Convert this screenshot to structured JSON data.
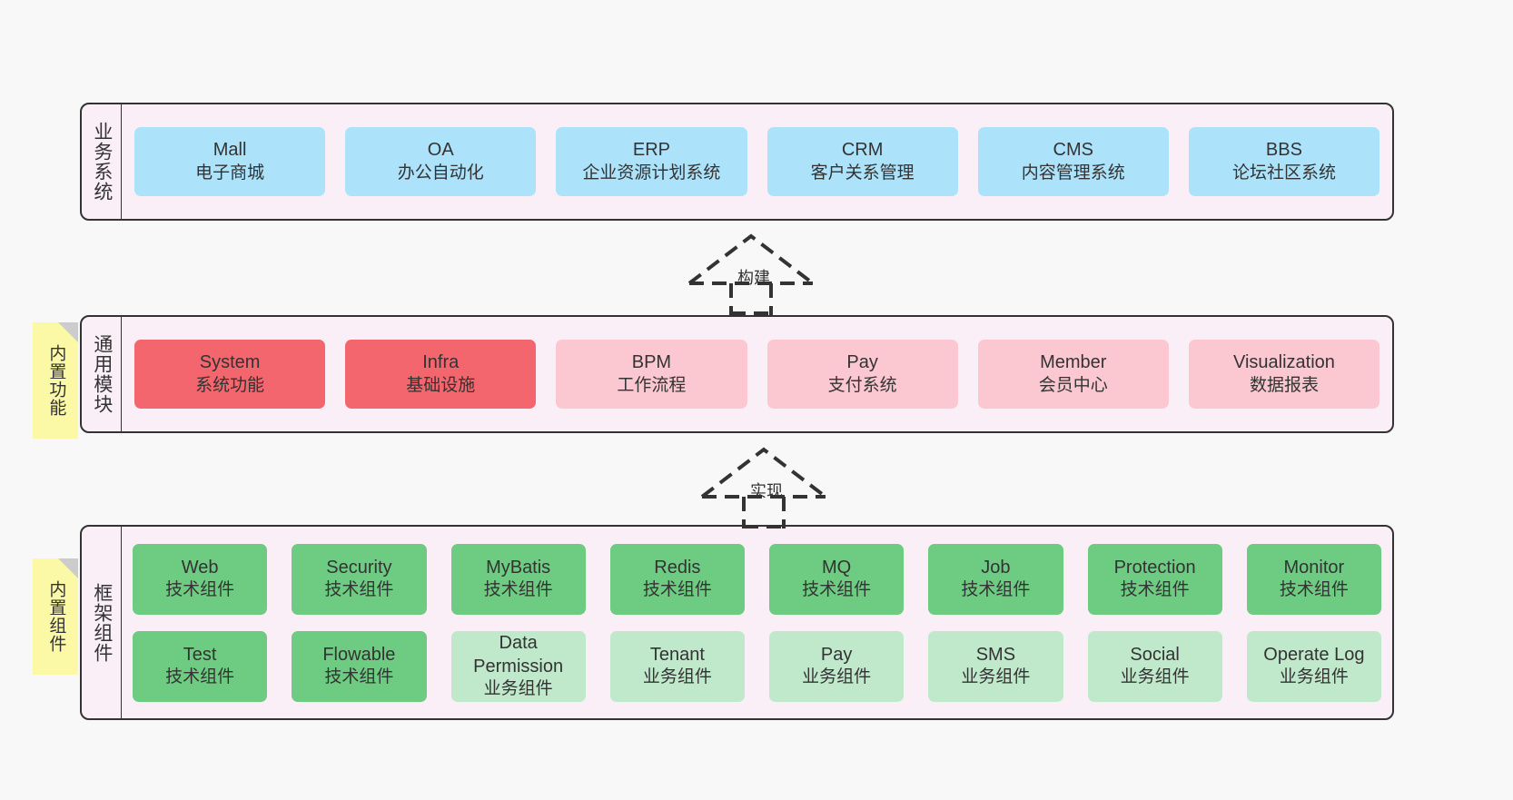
{
  "diagram": {
    "title_text_direction": "vertical",
    "background_color": "#f8f8f8",
    "layer_bg_color": "#faeef7",
    "note_color": "#fbf8a6"
  },
  "layers": [
    {
      "id": "business-systems",
      "label": "业务系统",
      "note": null,
      "rows": [
        {
          "cards": [
            {
              "name": "Mall",
              "sub": "电子商城",
              "color": "#ace3fb",
              "style": "blue"
            },
            {
              "name": "OA",
              "sub": "办公自动化",
              "color": "#ace3fb",
              "style": "blue"
            },
            {
              "name": "ERP",
              "sub": "企业资源计划系统",
              "color": "#ace3fb",
              "style": "blue"
            },
            {
              "name": "CRM",
              "sub": "客户关系管理",
              "color": "#ace3fb",
              "style": "blue"
            },
            {
              "name": "CMS",
              "sub": "内容管理系统",
              "color": "#ace3fb",
              "style": "blue"
            },
            {
              "name": "BBS",
              "sub": "论坛社区系统",
              "color": "#ace3fb",
              "style": "blue"
            }
          ]
        }
      ]
    },
    {
      "id": "common-modules",
      "label": "通用模块",
      "note": "内置功能",
      "rows": [
        {
          "cards": [
            {
              "name": "System",
              "sub": "系统功能",
              "color": "#f4666e",
              "style": "red"
            },
            {
              "name": "Infra",
              "sub": "基础设施",
              "color": "#f4666e",
              "style": "red"
            },
            {
              "name": "BPM",
              "sub": "工作流程",
              "color": "#fbc8d1",
              "style": "pink"
            },
            {
              "name": "Pay",
              "sub": "支付系统",
              "color": "#fbc8d1",
              "style": "pink"
            },
            {
              "name": "Member",
              "sub": "会员中心",
              "color": "#fbc8d1",
              "style": "pink"
            },
            {
              "name": "Visualization",
              "sub": "数据报表",
              "color": "#fbc8d1",
              "style": "pink"
            }
          ]
        }
      ]
    },
    {
      "id": "framework-components",
      "label": "框架组件",
      "note": "内置组件",
      "rows": [
        {
          "cards": [
            {
              "name": "Web",
              "sub": "技术组件",
              "color": "#6ecb82",
              "style": "green"
            },
            {
              "name": "Security",
              "sub": "技术组件",
              "color": "#6ecb82",
              "style": "green"
            },
            {
              "name": "MyBatis",
              "sub": "技术组件",
              "color": "#6ecb82",
              "style": "green"
            },
            {
              "name": "Redis",
              "sub": "技术组件",
              "color": "#6ecb82",
              "style": "green"
            },
            {
              "name": "MQ",
              "sub": "技术组件",
              "color": "#6ecb82",
              "style": "green"
            },
            {
              "name": "Job",
              "sub": "技术组件",
              "color": "#6ecb82",
              "style": "green"
            },
            {
              "name": "Protection",
              "sub": "技术组件",
              "color": "#6ecb82",
              "style": "green"
            },
            {
              "name": "Monitor",
              "sub": "技术组件",
              "color": "#6ecb82",
              "style": "green"
            }
          ]
        },
        {
          "cards": [
            {
              "name": "Test",
              "sub": "技术组件",
              "color": "#6ecb82",
              "style": "green"
            },
            {
              "name": "Flowable",
              "sub": "技术组件",
              "color": "#6ecb82",
              "style": "green"
            },
            {
              "name": "Data Permission",
              "sub": "业务组件",
              "color": "#c0e8cb",
              "style": "mint"
            },
            {
              "name": "Tenant",
              "sub": "业务组件",
              "color": "#c0e8cb",
              "style": "mint"
            },
            {
              "name": "Pay",
              "sub": "业务组件",
              "color": "#c0e8cb",
              "style": "mint"
            },
            {
              "name": "SMS",
              "sub": "业务组件",
              "color": "#c0e8cb",
              "style": "mint"
            },
            {
              "name": "Social",
              "sub": "业务组件",
              "color": "#c0e8cb",
              "style": "mint"
            },
            {
              "name": "Operate Log",
              "sub": "业务组件",
              "color": "#c0e8cb",
              "style": "mint"
            }
          ]
        }
      ]
    }
  ],
  "arrows": [
    {
      "id": "arrow-build",
      "label": "构建",
      "from": "common-modules",
      "to": "business-systems"
    },
    {
      "id": "arrow-implement",
      "label": "实现",
      "from": "framework-components",
      "to": "common-modules"
    }
  ]
}
